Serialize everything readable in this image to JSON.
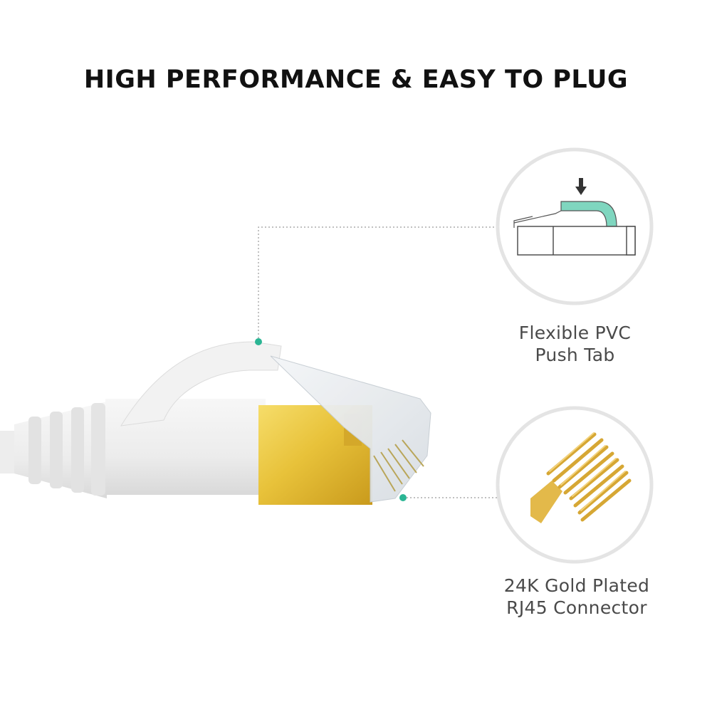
{
  "headline": "HIGH PERFORMANCE & EASY TO PLUG",
  "callouts": [
    {
      "line1": "Flexible PVC",
      "line2": "Push Tab"
    },
    {
      "line1": "24K Gold Plated",
      "line2": "RJ45 Connector"
    }
  ],
  "colors": {
    "accent": "#2bb594",
    "tab_highlight": "#7fd6bf",
    "gold": "#e8c23a",
    "cable": "#f0f0f0",
    "circle_border": "#e4e4e4",
    "text": "#4a4a4a"
  }
}
